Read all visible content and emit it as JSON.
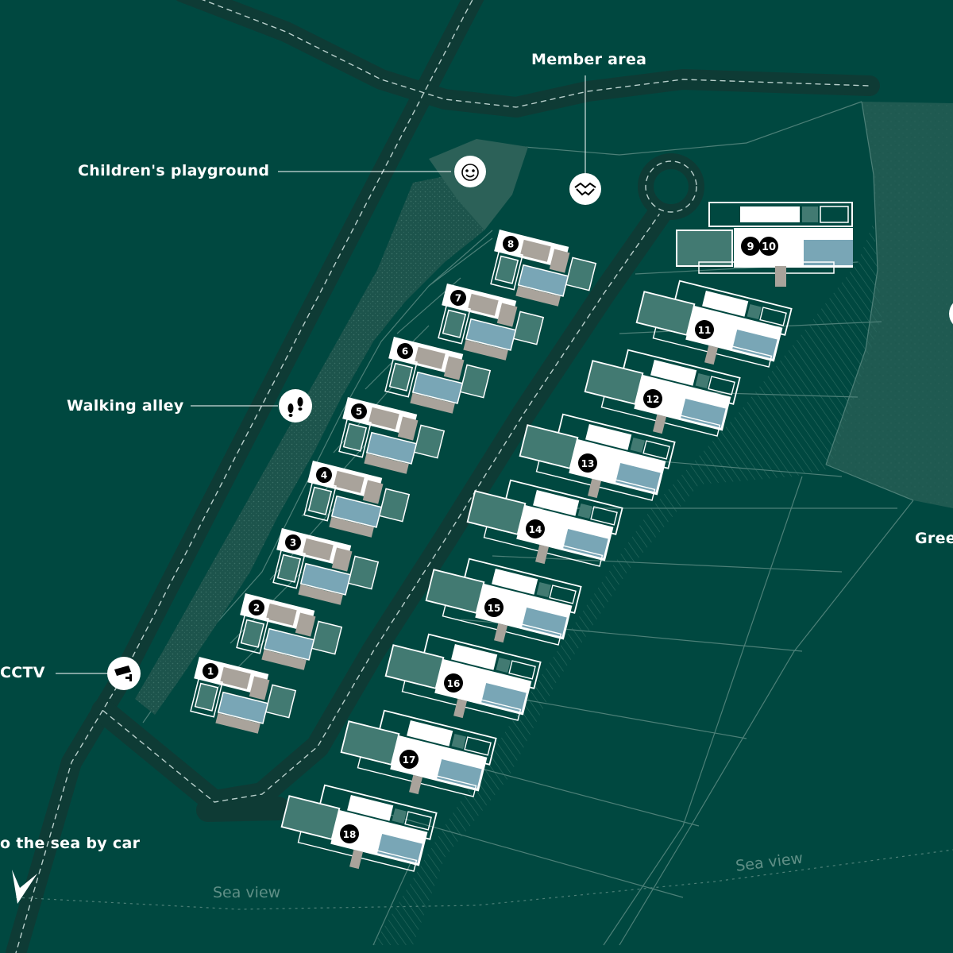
{
  "colors": {
    "background": "#004840",
    "road": "#0e3b35",
    "plot_lines": "#4d8078",
    "walking_alley": "#1d544c",
    "green_zone": "#1f5a51",
    "villa_teal": "#427a72",
    "villa_pool": "#79a6b6",
    "villa_roof": "#a9a39b",
    "villa_white": "#ffffff"
  },
  "labels": {
    "member_area": "Member area",
    "childrens_playground": "Children's playground",
    "walking_alley": "Walking alley",
    "cctv": "CCTV",
    "sea_by_car": "o the sea by car",
    "green": "Gree",
    "sea_view_left": "Sea view",
    "sea_view_right": "Sea view"
  },
  "icons": {
    "member_area": "handshake-icon",
    "childrens_playground": "child-face-icon",
    "walking_alley": "footprints-icon",
    "cctv": "security-camera-icon",
    "direction": "arrow-down-left-icon"
  },
  "villas_left": [
    "1",
    "2",
    "3",
    "4",
    "5",
    "6",
    "7",
    "8"
  ],
  "villas_right": [
    "11",
    "12",
    "13",
    "14",
    "15",
    "16",
    "17",
    "18"
  ],
  "villa_pair": [
    "9",
    "10"
  ]
}
